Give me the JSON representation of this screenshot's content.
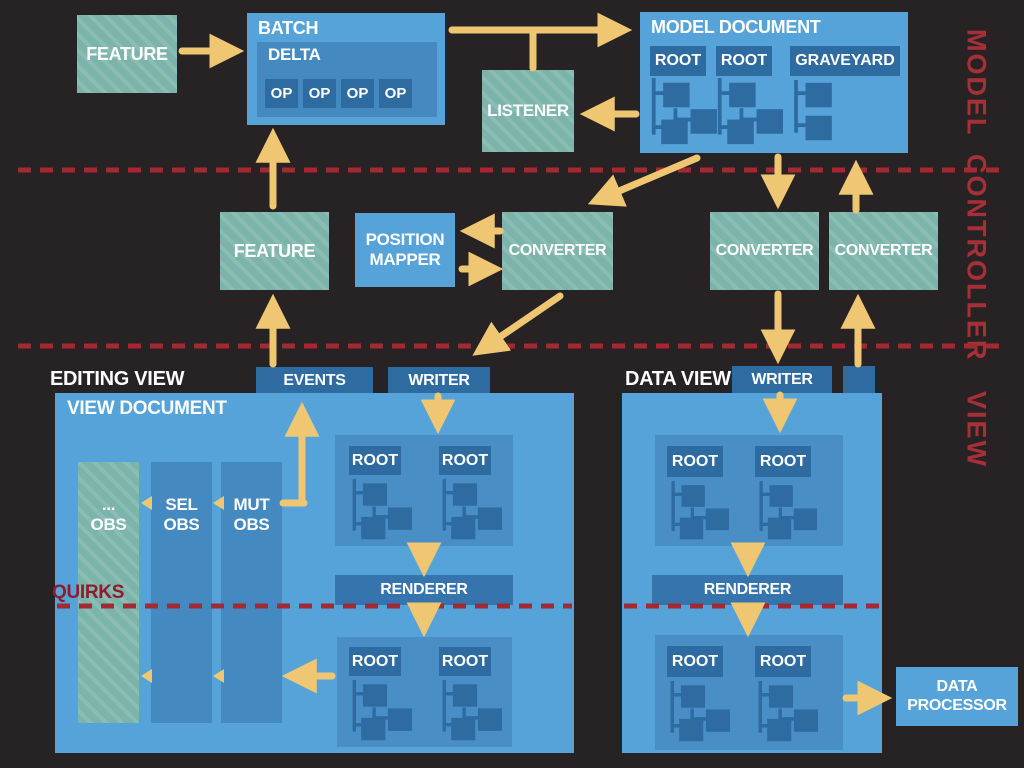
{
  "colors": {
    "background": "#272324",
    "box_blue": "#55a3d9",
    "panel_blue": "#4489c0",
    "container_blue": "#4a8ec6",
    "dark_blue": "#2e6ba1",
    "teal": "#7cb4ab",
    "arrow_yellow": "#efc772",
    "dash_red": "#a32a32",
    "layer_label_red": "#a63038",
    "quirks_red": "#8e1d2b",
    "text_white": "#ffffff"
  },
  "layer_labels": {
    "model": "MODEL",
    "controller": "CONTROLLER",
    "view": "VIEW"
  },
  "model_layer": {
    "feature": "FEATURE",
    "batch": "BATCH",
    "delta": "DELTA",
    "ops": [
      "OP",
      "OP",
      "OP",
      "OP"
    ],
    "listener": "LISTENER",
    "document_title": "MODEL DOCUMENT",
    "roots": [
      "ROOT",
      "ROOT",
      "GRAVEYARD"
    ]
  },
  "controller_layer": {
    "feature": "FEATURE",
    "position_mapper": "POSITION\nMAPPER",
    "converters": [
      "CONVERTER",
      "CONVERTER",
      "CONVERTER"
    ]
  },
  "view_layer": {
    "editing": {
      "title": "EDITING VIEW",
      "document_title": "VIEW DOCUMENT",
      "events": "EVENTS",
      "writer": "WRITER",
      "observers": [
        "...\nOBS",
        "SEL\nOBS",
        "MUT\nOBS"
      ],
      "roots_top": [
        "ROOT",
        "ROOT"
      ],
      "renderer": "RENDERER",
      "quirks": "QUIRKS",
      "roots_bottom": [
        "ROOT",
        "ROOT"
      ]
    },
    "data": {
      "title": "DATA VIEW",
      "writer": "WRITER",
      "roots_top": [
        "ROOT",
        "ROOT"
      ],
      "renderer": "RENDERER",
      "roots_bottom": [
        "ROOT",
        "ROOT"
      ],
      "processor": "DATA\nPROCESSOR"
    }
  }
}
